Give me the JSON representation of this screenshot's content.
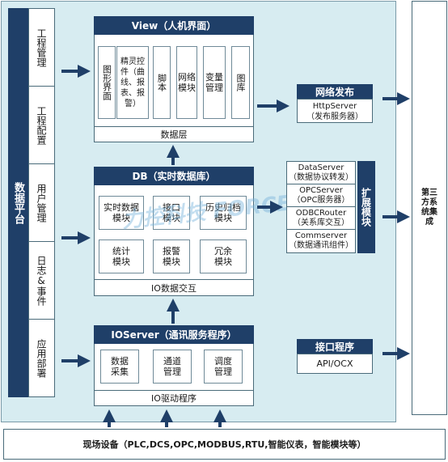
{
  "data_platform": {
    "title": "数据平台",
    "items": [
      "工程管理",
      "工程配置",
      "用户管理",
      "日志&事件",
      "应用部署"
    ]
  },
  "view": {
    "title": "View（人机界面）",
    "modules": [
      "图形界面",
      "精灵控件（曲线、报表、报警）",
      "脚本",
      "网络模块",
      "变量管理",
      "图库"
    ],
    "footer": "数据层"
  },
  "db": {
    "title": "DB（实时数据库）",
    "modules": [
      "实时数据模块",
      "接口模块",
      "历史归档模块",
      "统计模块",
      "报警模块",
      "冗余模块"
    ],
    "footer": "IO数据交互"
  },
  "ioserver": {
    "title": "IOServer（通讯服务程序）",
    "modules": [
      "数据采集",
      "通道管理",
      "调度管理"
    ],
    "footer": "IO驱动程序"
  },
  "network": {
    "title": "网络发布",
    "line1": "HttpServer",
    "line2": "（发布服务器）"
  },
  "extension": {
    "title": "扩展模块",
    "items": [
      {
        "name": "DataServer",
        "desc": "（数据协议转发）"
      },
      {
        "name": "OPCServer",
        "desc": "（OPC服务器）"
      },
      {
        "name": "ODBCRouter",
        "desc": "（关系库交互）"
      },
      {
        "name": "Commserver",
        "desc": "（数据通讯组件）"
      }
    ]
  },
  "interface": {
    "title": "接口程序",
    "value": "API/OCX"
  },
  "third_party": "第三方系统集成",
  "field_devices": "现场设备（PLC,DCS,OPC,MODBUS,RTU,智能仪表，智能模块等）",
  "watermark": "力控科技 FORCECON",
  "colors": {
    "navy": "#1f3f68",
    "panel": "#d7ecf1",
    "arrow": "#1f3f68"
  }
}
